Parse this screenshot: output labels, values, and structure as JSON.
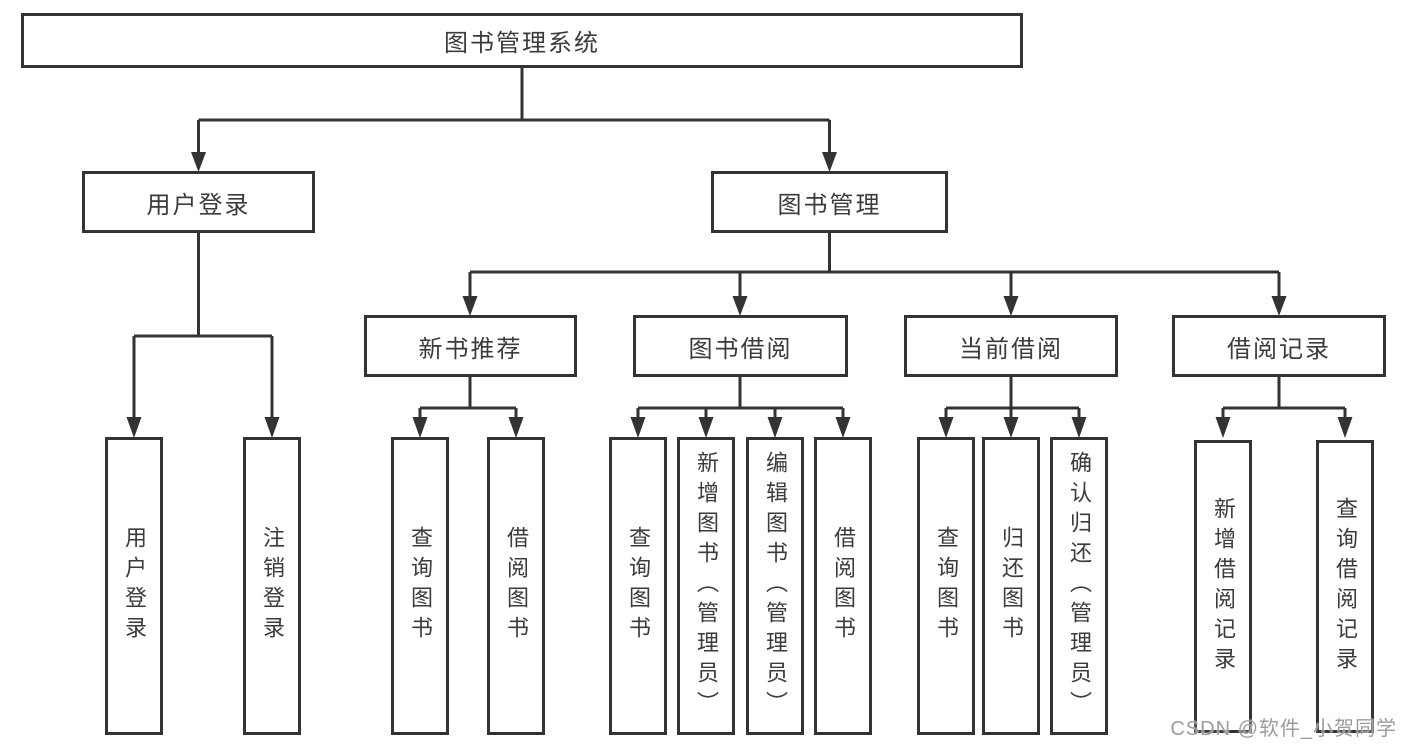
{
  "diagram": {
    "title": "图书管理系统",
    "level2": [
      {
        "label": "用户登录"
      },
      {
        "label": "图书管理"
      }
    ],
    "level3": [
      {
        "label": "新书推荐"
      },
      {
        "label": "图书借阅"
      },
      {
        "label": "当前借阅"
      },
      {
        "label": "借阅记录"
      }
    ],
    "leaves": {
      "user": [
        "用户登录",
        "注销登录"
      ],
      "recommend": [
        "查询图书",
        "借阅图书"
      ],
      "borrow": [
        "查询图书",
        "新增图书（管理员）",
        "编辑图书（管理员）",
        "借阅图书"
      ],
      "current": [
        "查询图书",
        "归还图书",
        "确认归还（管理员）"
      ],
      "record": [
        "新增借阅记录",
        "查询借阅记录"
      ]
    }
  },
  "watermark": {
    "text": "CSDN @软件_小贺同学"
  },
  "colors": {
    "line": "#333333",
    "text": "#3b3b3b",
    "background": "#ffffff",
    "watermark": "#9c9c9c"
  }
}
